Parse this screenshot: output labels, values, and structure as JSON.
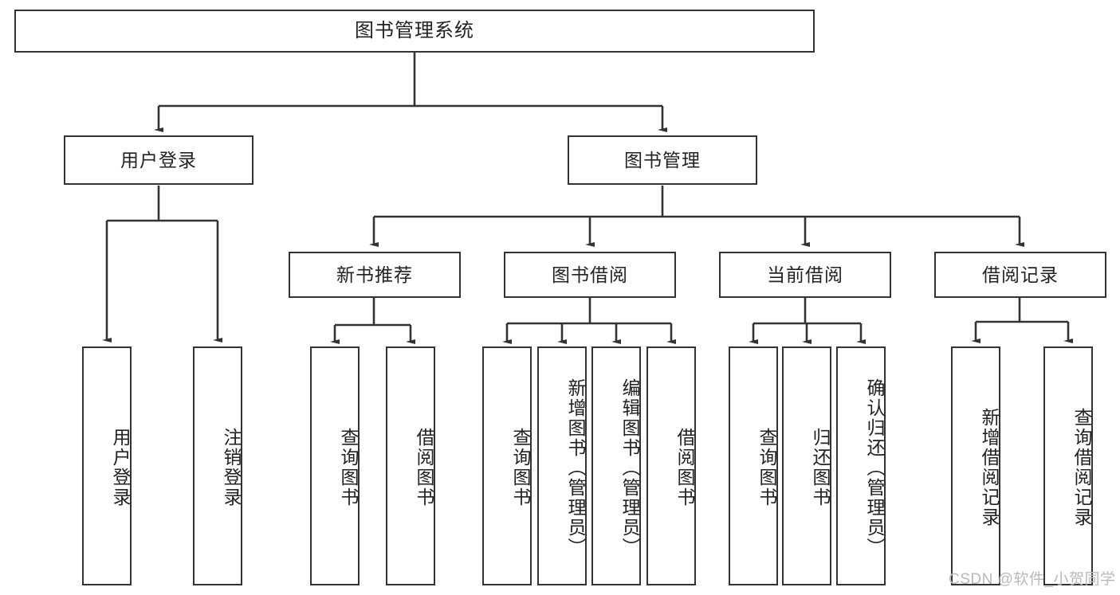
{
  "diagram": {
    "title": "图书管理系统",
    "type": "tree-hierarchy-chart",
    "watermark": "CSDN @软件_小贺同学",
    "colors": {
      "box_border": "#333333",
      "box_fill": "#ffffff",
      "line": "#333333",
      "text": "#222222",
      "watermark": "#b9b9b9",
      "background": "#ffffff"
    },
    "levels": {
      "root": {
        "id": "root",
        "label": "图书管理系统"
      },
      "level2": [
        {
          "id": "user-login",
          "label": "用户登录"
        },
        {
          "id": "book-manage",
          "label": "图书管理"
        }
      ],
      "level3": [
        {
          "id": "new-book-recommend",
          "label": "新书推荐",
          "parent": "book-manage"
        },
        {
          "id": "book-borrow",
          "label": "图书借阅",
          "parent": "book-manage"
        },
        {
          "id": "current-borrow",
          "label": "当前借阅",
          "parent": "book-manage"
        },
        {
          "id": "borrow-record",
          "label": "借阅记录",
          "parent": "book-manage"
        }
      ],
      "leaves": [
        {
          "id": "leaf-user-login",
          "label": "用户登录",
          "parent": "user-login"
        },
        {
          "id": "leaf-logout-login",
          "label": "注销登录",
          "parent": "user-login"
        },
        {
          "id": "leaf-query-book-1",
          "label": "查询图书",
          "parent": "new-book-recommend"
        },
        {
          "id": "leaf-borrow-book-1",
          "label": "借阅图书",
          "parent": "new-book-recommend"
        },
        {
          "id": "leaf-query-book-2",
          "label": "查询图书",
          "parent": "book-borrow"
        },
        {
          "id": "leaf-add-book",
          "label": "新增图书（管理员）",
          "parent": "book-borrow"
        },
        {
          "id": "leaf-edit-book",
          "label": "编辑图书（管理员）",
          "parent": "book-borrow"
        },
        {
          "id": "leaf-borrow-book-2",
          "label": "借阅图书",
          "parent": "book-borrow"
        },
        {
          "id": "leaf-query-book-3",
          "label": "查询图书",
          "parent": "current-borrow"
        },
        {
          "id": "leaf-return-book",
          "label": "归还图书",
          "parent": "current-borrow"
        },
        {
          "id": "leaf-confirm-return",
          "label": "确认归还（管理员）",
          "parent": "current-borrow"
        },
        {
          "id": "leaf-add-record",
          "label": "新增借阅记录",
          "parent": "borrow-record"
        },
        {
          "id": "leaf-query-record",
          "label": "查询借阅记录",
          "parent": "borrow-record"
        }
      ]
    }
  }
}
